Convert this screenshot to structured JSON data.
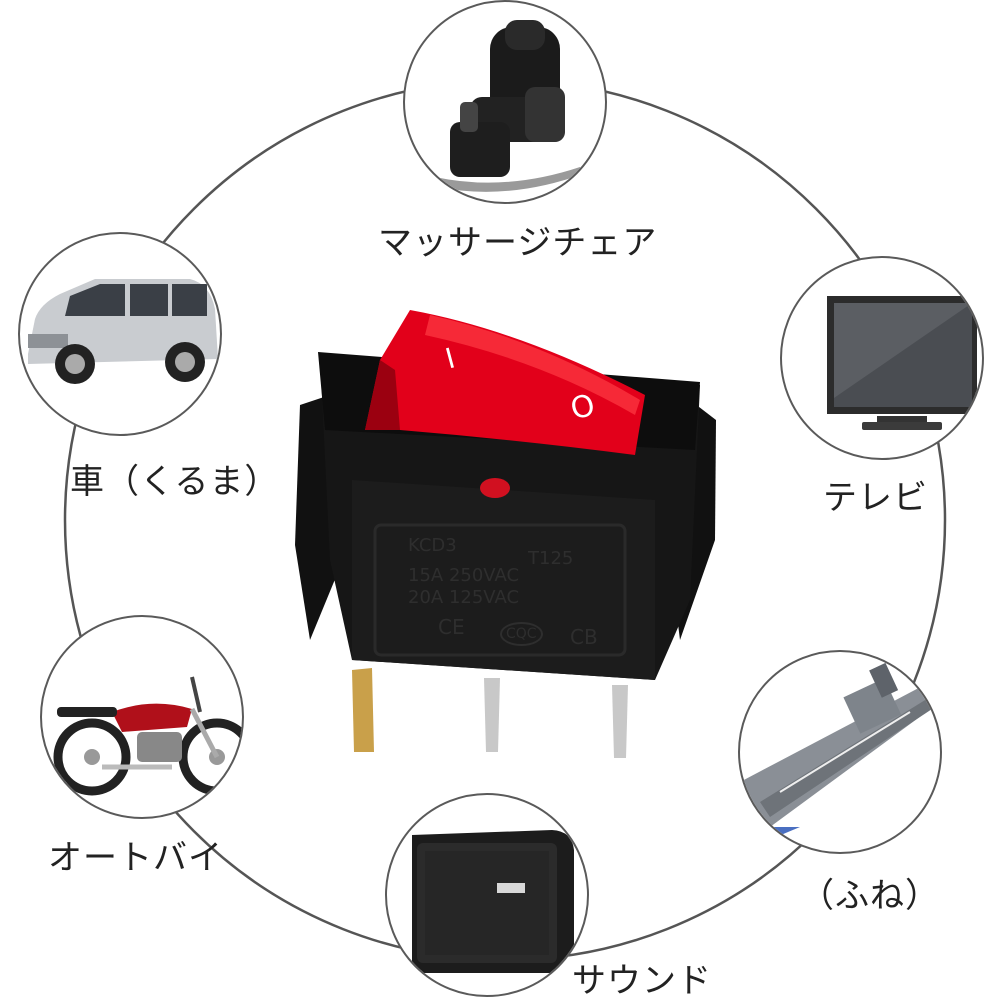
{
  "labels": {
    "massage_chair": "マッサージチェア",
    "car": "車（くるま）",
    "tv": "テレビ",
    "motorcycle": "オートバイ",
    "boat": "（ふね）",
    "sound": "サウンド"
  },
  "switch": {
    "model": "KCD3",
    "temp_rating": "T125",
    "rating_1": "15A 250VAC",
    "rating_2": "20A 125VAC",
    "mark_ce": "CE",
    "mark_ccc": "CQC",
    "mark_cb": "CB",
    "mark_on": "I",
    "mark_off": "O"
  },
  "colors": {
    "ring": "#555555",
    "rocker_red": "#e2001a",
    "housing_black": "#161616",
    "terminal_gold": "#c9a04a"
  }
}
